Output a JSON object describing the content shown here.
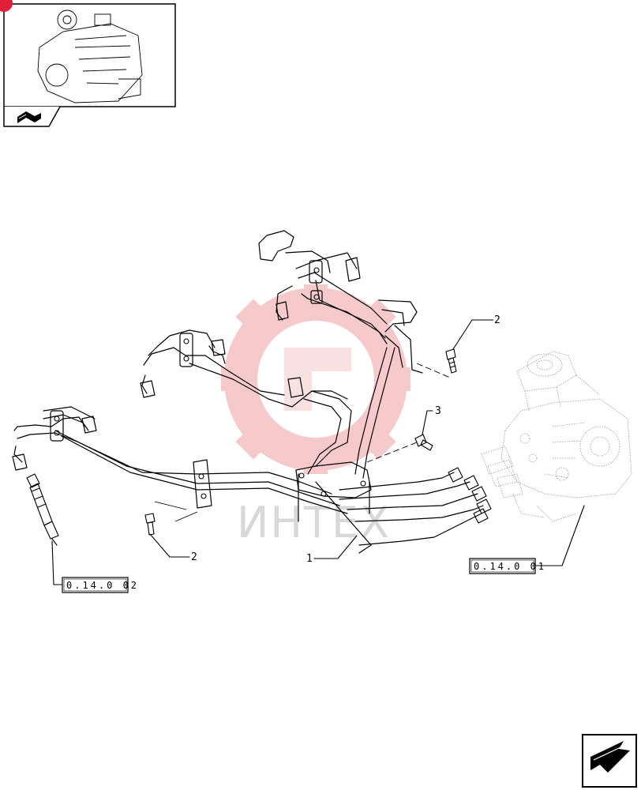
{
  "callouts": [
    {
      "id": "1",
      "label": "1"
    },
    {
      "id": "2a",
      "label": "2"
    },
    {
      "id": "2b",
      "label": "2"
    },
    {
      "id": "3",
      "label": "3"
    }
  ],
  "refs": {
    "injector": "0.14.0 02",
    "pump": "0.14.0 01"
  },
  "watermark": "ИНТЕХ",
  "colors": {
    "watermark": "#f0a0a0",
    "badge": "#e0203a"
  },
  "icons": {
    "thumbnail": "engine-thumbnail-icon",
    "book": "open-book-icon",
    "next": "next-page-arrow-icon"
  }
}
